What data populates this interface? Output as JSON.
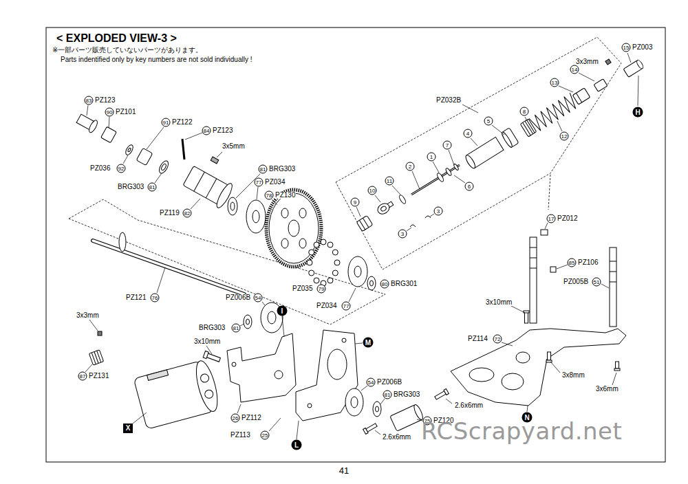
{
  "diagram": {
    "title": "< EXPLODED VIEW-3 >",
    "labels": [
      "※一部パーツ販売していないパーツがあります。",
      "Parts indentified only by key numbers are not sold individually !",
      "15",
      "PZ003",
      "3x3mm",
      "14",
      "13",
      "H",
      "PZ032B",
      "8",
      "5",
      "4",
      "7",
      "1",
      "2",
      "6",
      "12",
      "11",
      "10",
      "9",
      "3",
      "3",
      "83",
      "PZ123",
      "90",
      "PZ101",
      "91",
      "PZ122",
      "84",
      "PZ123",
      "3x5mm",
      "PZ036",
      "92",
      "81",
      "BRG303",
      "77",
      "PZ034",
      "78",
      "PZ130",
      "BRG303",
      "81",
      "PZ119",
      "82",
      "PZ121",
      "76",
      "PZ006B",
      "54",
      "PZ035",
      "79",
      "PZ034",
      "77",
      "80",
      "BRG301",
      "BRG303",
      "81",
      "3x3mm",
      "3x10mm",
      "87",
      "PZ131",
      "X",
      "26",
      "PZ112",
      "PZ113",
      "25",
      "I",
      "M",
      "L",
      "N",
      "54",
      "PZ006B",
      "81",
      "BRG303",
      "2.6x6mm",
      "75",
      "PZ120",
      "2.6x6mm",
      "17",
      "PZ012",
      "85",
      "PZ106",
      "PZ005B",
      "51",
      "3x10mm",
      "PZ114",
      "72",
      "3x8mm",
      "3x6mm",
      "41",
      "RCScrapyard.net"
    ]
  }
}
